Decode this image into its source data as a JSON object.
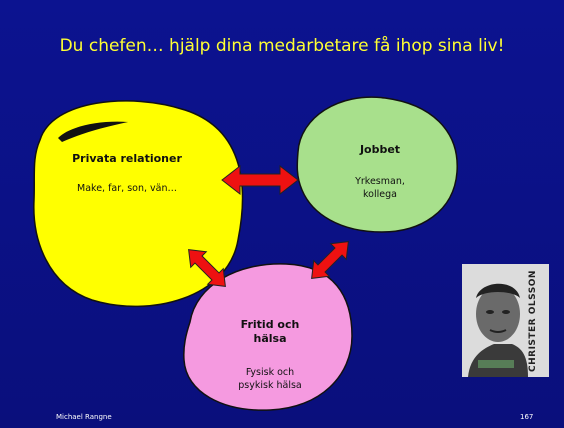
{
  "title": "Du chefen… hjälp dina medarbetare få ihop sina liv!",
  "bubbles": {
    "privata": {
      "heading": "Privata relationer",
      "body": "Make, far, son, vän…",
      "color": "#ffff00"
    },
    "jobbet": {
      "heading": "Jobbet",
      "body_line1": "Yrkesman,",
      "body_line2": "kollega",
      "color": "#a8e08c"
    },
    "fritid": {
      "heading_line1": "Fritid och",
      "heading_line2": "hälsa",
      "body_line1": "Fysisk och",
      "body_line2": "psykisk hälsa",
      "color": "#f59ae0"
    }
  },
  "photo": {
    "name": "CHRISTER OLSSON"
  },
  "footer": {
    "author": "Michael Rangne",
    "page": "167"
  },
  "colors": {
    "background": "#0a1080",
    "title": "#ffff33",
    "arrow": "#ee1111"
  }
}
